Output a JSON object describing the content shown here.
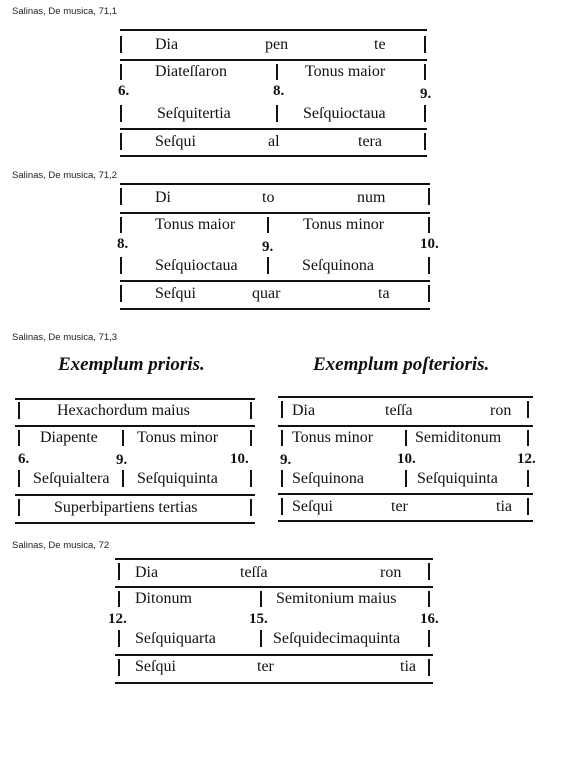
{
  "captions": {
    "c1": "Salinas, De musica, 71,1",
    "c2": "Salinas, De musica, 71,2",
    "c3": "Salinas, De musica, 71,3",
    "c4": "Salinas, De musica, 72"
  },
  "d1": {
    "top": [
      "Dia",
      "pen",
      "te"
    ],
    "left_upper": "Diateſſaron",
    "right_upper": "Tonus maior",
    "left_lower": "Seſquitertia",
    "right_lower": "Seſquioctaua",
    "bottom": [
      "Seſqui",
      "al",
      "tera"
    ],
    "numbers": [
      "6.",
      "8.",
      "9."
    ]
  },
  "d2": {
    "top": [
      "Di",
      "to",
      "num"
    ],
    "left_upper": "Tonus maior",
    "right_upper": "Tonus minor",
    "left_lower": "Seſquioctaua",
    "right_lower": "Seſquinona",
    "bottom": [
      "Seſqui",
      "quar",
      "ta"
    ],
    "numbers": [
      "8.",
      "9.",
      "10."
    ]
  },
  "d3a": {
    "heading": "Exemplum prioris.",
    "top": "Hexachordum maius",
    "left_upper": "Diapente",
    "right_upper": "Tonus minor",
    "left_lower": "Seſquialtera",
    "right_lower": "Seſquiquinta",
    "bottom": "Superbipartiens tertias",
    "numbers": [
      "6.",
      "9.",
      "10."
    ]
  },
  "d3b": {
    "heading": "Exemplum poſterioris.",
    "top": [
      "Dia",
      "teſſa",
      "ron"
    ],
    "left_upper": "Tonus minor",
    "right_upper": "Semiditonum",
    "left_lower": "Seſquinona",
    "right_lower": "Seſquiquinta",
    "bottom": [
      "Seſqui",
      "ter",
      "tia"
    ],
    "numbers": [
      "9.",
      "10.",
      "12."
    ]
  },
  "d4": {
    "top": [
      "Dia",
      "teſſa",
      "ron"
    ],
    "left_upper": "Ditonum",
    "right_upper": "Semitonium maius",
    "left_lower": "Seſquiquarta",
    "right_lower": "Seſquidecimaquinta",
    "bottom": [
      "Seſqui",
      "ter",
      "tia"
    ],
    "numbers": [
      "12.",
      "15.",
      "16."
    ]
  }
}
